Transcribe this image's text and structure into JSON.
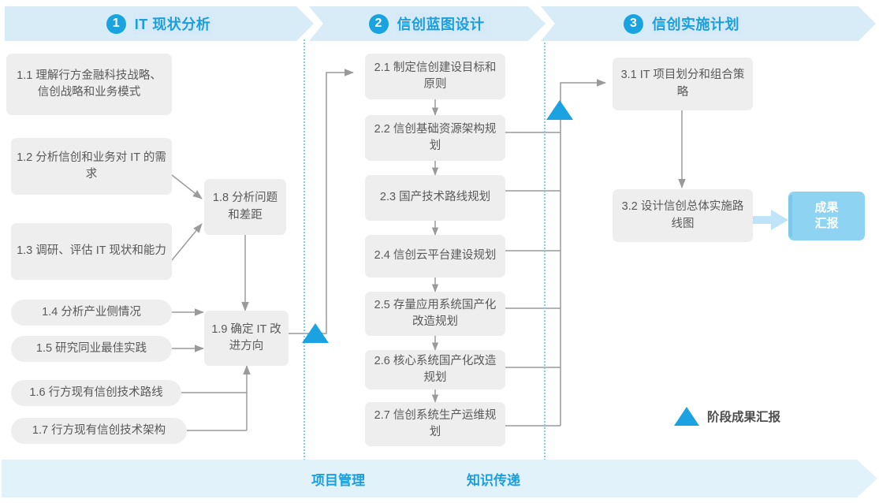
{
  "phases": [
    {
      "num": "1",
      "label": "IT 现状分析"
    },
    {
      "num": "2",
      "label": "信创蓝图设计"
    },
    {
      "num": "3",
      "label": "信创实施计划"
    }
  ],
  "phase1_nodes": [
    {
      "id": "1.1",
      "text": "1.1 理解行方金融科技战略、信创战略和业务模式"
    },
    {
      "id": "1.2",
      "text": "1.2 分析信创和业务对 IT 的需求"
    },
    {
      "id": "1.3",
      "text": "1.3 调研、评估 IT 现状和能力"
    },
    {
      "id": "1.4",
      "text": "1.4 分析产业侧情况"
    },
    {
      "id": "1.5",
      "text": "1.5 研究同业最佳实践"
    },
    {
      "id": "1.6",
      "text": "1.6 行方现有信创技术路线"
    },
    {
      "id": "1.7",
      "text": "1.7 行方现有信创技术架构"
    },
    {
      "id": "1.8",
      "text": "1.8 分析问题和差距"
    },
    {
      "id": "1.9",
      "text": "1.9 确定 IT 改进方向"
    }
  ],
  "phase2_nodes": [
    {
      "id": "2.1",
      "text": "2.1 制定信创建设目标和原则"
    },
    {
      "id": "2.2",
      "text": "2.2 信创基础资源架构规划"
    },
    {
      "id": "2.3",
      "text": "2.3 国产技术路线规划"
    },
    {
      "id": "2.4",
      "text": "2.4 信创云平台建设规划"
    },
    {
      "id": "2.5",
      "text": "2.5 存量应用系统国产化改造规划"
    },
    {
      "id": "2.6",
      "text": "2.6 核心系统国产化改造规划"
    },
    {
      "id": "2.7",
      "text": "2.7 信创系统生产运维规划"
    }
  ],
  "phase3_nodes": [
    {
      "id": "3.1",
      "text": "3.1 IT 项目划分和组合策略"
    },
    {
      "id": "3.2",
      "text": "3.2 设计信创总体实施路线图"
    }
  ],
  "result": {
    "text": "成果汇报"
  },
  "legend": {
    "label": "阶段成果汇报"
  },
  "footer": {
    "items": [
      {
        "label": "项目管理"
      },
      {
        "label": "知识传递"
      }
    ]
  },
  "colors": {
    "accent": "#19a3e0",
    "band": "#d8ecf8",
    "footer_band": "#e2f2fb",
    "node_bg": "#eeeeee",
    "node_text": "#595959",
    "result_bg": "#8ed3f1",
    "divider": "#7fcdee",
    "wire": "#9a9a9a"
  }
}
